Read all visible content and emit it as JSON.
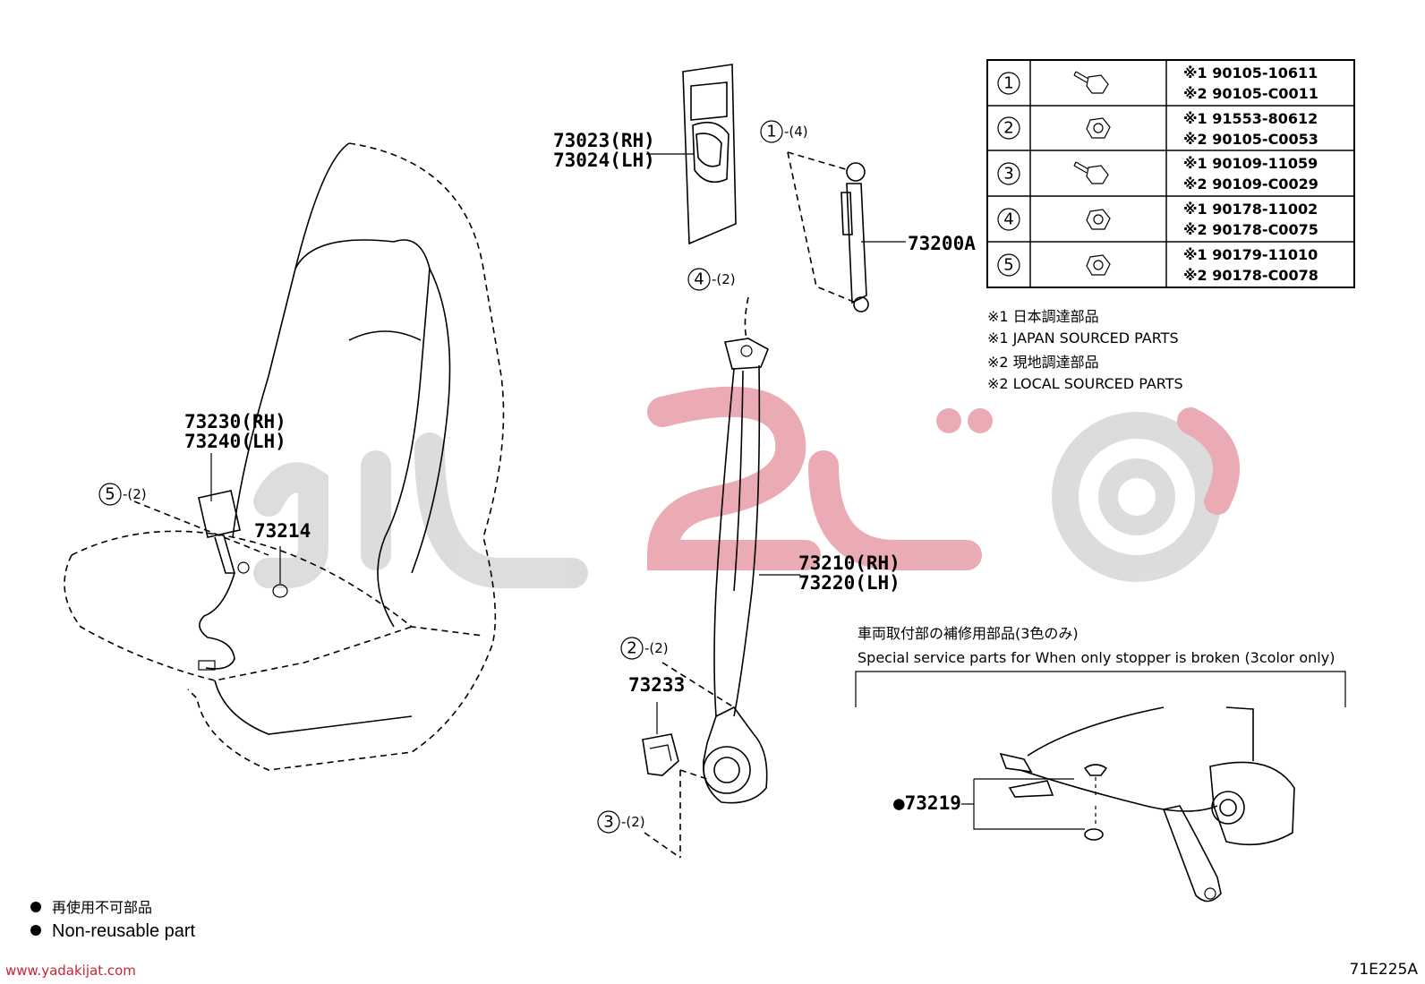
{
  "labels": {
    "retractor_cover": [
      "73023(RH)",
      "73024(LH)"
    ],
    "anchor": "73200A",
    "buckle": [
      "73230(RH)",
      "73240(LH)"
    ],
    "washer": "73214",
    "belt": [
      "73210(RH)",
      "73220(LH)"
    ],
    "cover_small": "73233",
    "stopper": "●73219"
  },
  "callouts": [
    {
      "num": "1",
      "qty": "-(4)"
    },
    {
      "num": "4",
      "qty": "-(2)"
    },
    {
      "num": "5",
      "qty": "-(2)"
    },
    {
      "num": "2",
      "qty": "-(2)"
    },
    {
      "num": "3",
      "qty": "-(2)"
    }
  ],
  "fastener_table": [
    {
      "num": "1",
      "p1": "※1 90105-10611",
      "p2": "※2 90105-C0011"
    },
    {
      "num": "2",
      "p1": "※1 91553-80612",
      "p2": "※2 90105-C0053"
    },
    {
      "num": "3",
      "p1": "※1 90109-11059",
      "p2": "※2 90109-C0029"
    },
    {
      "num": "4",
      "p1": "※1 90178-11002",
      "p2": "※2 90178-C0075"
    },
    {
      "num": "5",
      "p1": "※1 90179-11010",
      "p2": "※2 90178-C0078"
    }
  ],
  "notes": {
    "n1_jp": "※1 日本調達部品",
    "n1_en": "※1 JAPAN SOURCED PARTS",
    "n2_jp": "※2 現地調達部品",
    "n2_en": "※2 LOCAL SOURCED PARTS"
  },
  "service": {
    "title_jp": "車両取付部の補修用部品(3色のみ)",
    "title_en": "Special service parts for When only stopper is broken (3color only)"
  },
  "legend": {
    "jp": "再使用不可部品",
    "en": "Non-reusable part"
  },
  "footer": {
    "website": "www.yadakijat.com",
    "code": "71E225A"
  },
  "colors": {
    "watermark_red": "#e8a3ad",
    "watermark_gray": "#d9d9d9",
    "website_red": "#cc2233"
  }
}
